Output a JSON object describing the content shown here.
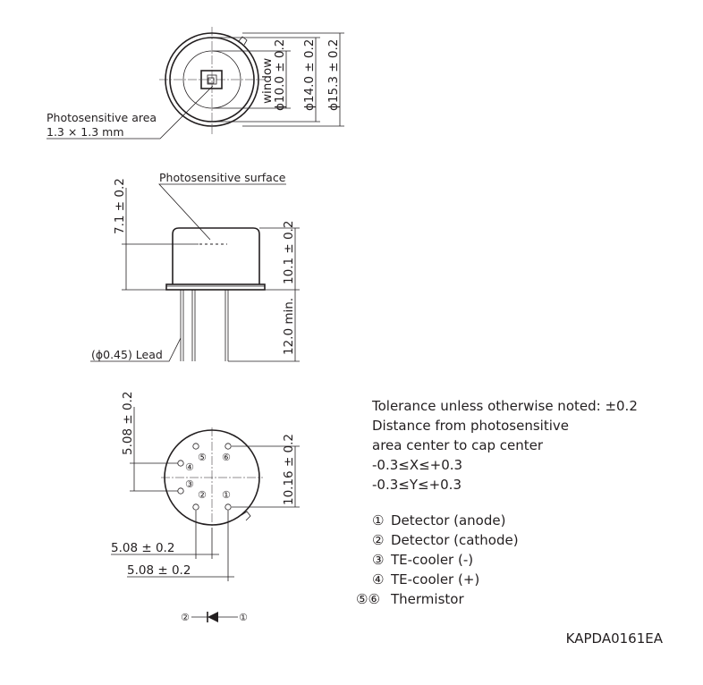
{
  "top_view": {
    "window_dim": "window",
    "window_dia": "ϕ10.0 ± 0.2",
    "dia_14": "ϕ14.0 ± 0.2",
    "dia_15": "ϕ15.3 ± 0.2",
    "photosensitive_area_label": "Photosensitive area",
    "photosensitive_area_size": "1.3 × 1.3 mm"
  },
  "side_view": {
    "surface_label": "Photosensitive surface",
    "dim_7_1": "7.1 ± 0.2",
    "dim_10_1": "10.1 ± 0.2",
    "dim_12": "12.0 min.",
    "lead_label": "(ϕ0.45) Lead"
  },
  "bottom_view": {
    "dim_5_08_v": "5.08 ± 0.2",
    "dim_10_16": "10.16 ± 0.2",
    "dim_5_08_h1": "5.08 ± 0.2",
    "dim_5_08_h2": "5.08 ± 0.2",
    "pin_1": "①",
    "pin_2": "②",
    "pin_3": "③",
    "pin_4": "④",
    "pin_5": "⑤",
    "pin_6": "⑥"
  },
  "notes": {
    "line1": "Tolerance unless otherwise noted: ±0.2",
    "line2": "Distance from photosensitive",
    "line3": "area center to cap center",
    "line4": "-0.3≤X≤+0.3",
    "line5": "-0.3≤Y≤+0.3"
  },
  "pin_legend": [
    {
      "num": "①",
      "desc": "Detector (anode)"
    },
    {
      "num": "②",
      "desc": "Detector (cathode)"
    },
    {
      "num": "③",
      "desc": "TE-cooler (-)"
    },
    {
      "num": "④",
      "desc": "TE-cooler (+)"
    },
    {
      "num": "⑤⑥",
      "desc": "Thermistor"
    }
  ],
  "symbol": {
    "left": "②",
    "right": "①"
  },
  "doc_id": "KAPDA0161EA"
}
